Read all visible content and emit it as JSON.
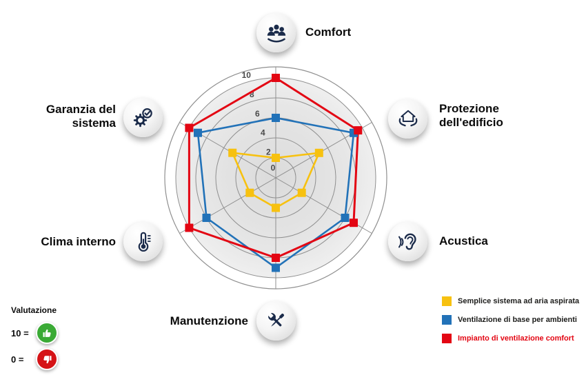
{
  "chart_data": {
    "type": "radar",
    "title": "",
    "categories": [
      "Comfort",
      "Protezione dell'edificio",
      "Acustica",
      "Manutenzione",
      "Clima interno",
      "Garanzia del sistema"
    ],
    "series": [
      {
        "name": "Semplice sistema ad aria aspirata",
        "color": "#F7C110",
        "values": [
          2,
          5,
          3,
          3,
          3,
          5
        ]
      },
      {
        "name": "Ventilazione di base per ambienti",
        "color": "#2272B8",
        "values": [
          6,
          9,
          8,
          9,
          8,
          9
        ]
      },
      {
        "name": "Impianto di ventilazione comfort",
        "color": "#E30613",
        "values": [
          10,
          9.5,
          9,
          8,
          10,
          10
        ]
      }
    ],
    "scale": {
      "min": 0,
      "max": 10,
      "step": 2,
      "ring_labels": [
        "0",
        "2",
        "4",
        "6",
        "8",
        "10"
      ]
    },
    "layout": {
      "grid": "circular",
      "axes_count": 6,
      "legend_position": "bottom-right"
    }
  },
  "axis_icons": {
    "comfort": "people-group-icon",
    "protezione": "house-in-hands-icon",
    "acustica": "ear-icon",
    "manutenzione": "crossed-tools-icon",
    "clima_interno": "thermometer-icon",
    "garanzia": "gear-check-icon"
  },
  "legend": {
    "items": [
      {
        "label": "Semplice sistema ad aria aspirata",
        "color": "#F7C110",
        "text_color": "#1d1d1b"
      },
      {
        "label": "Ventilazione di base per ambienti",
        "color": "#2272B8",
        "text_color": "#1d1d1b"
      },
      {
        "label": "Impianto di ventilazione comfort",
        "color": "#E30613",
        "text_color": "#E30613"
      }
    ]
  },
  "rating": {
    "title": "Valutazione",
    "rows": [
      {
        "label": "10 =",
        "icon": "thumbs-up-icon",
        "color": "#3AAA35"
      },
      {
        "label": "0 =",
        "icon": "thumbs-down-icon",
        "color": "#D51317"
      }
    ]
  }
}
